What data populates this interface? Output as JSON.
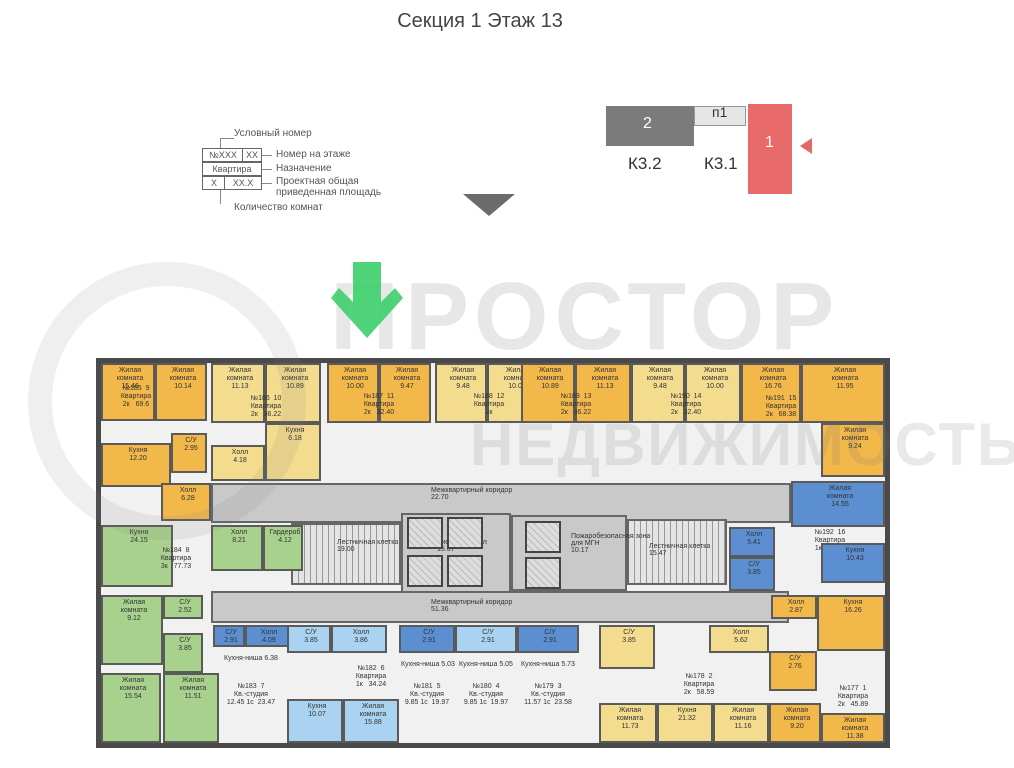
{
  "title": "Секция 1 Этаж 13",
  "legend": {
    "conditional_number": "Условный номер",
    "num_box": "№XXX",
    "floor_box": "XX",
    "floor_number": "Номер на этаже",
    "purpose_box": "Квартира",
    "purpose": "Назначение",
    "rooms_box": "X",
    "area_box": "XX.X",
    "area_line1": "Проектная общая",
    "area_line2": "приведенная площадь",
    "room_count": "Количество комнат"
  },
  "key": {
    "block2": "2",
    "p1": "п1",
    "block1": "1",
    "k32": "К3.2",
    "k31": "К3.1"
  },
  "watermark": {
    "title": "ПРОСТОР",
    "subtitle": "НЕДВИЖИМОСТЬ"
  },
  "colors": {
    "orange": "#f3b84a",
    "yellow": "#f4dc8e",
    "green": "#a9d18e",
    "blue": "#5b8fd1",
    "lightblue": "#a9d3f0",
    "corridor": "#c9c9c9",
    "accent_red": "#e86a6a",
    "entry_green": "#3ccf6c"
  },
  "corridors": {
    "north": "Межквартирный коридор\n22.70",
    "lobby": "Лифтовой холл\n15.67",
    "south": "Межквартирный коридор\n51.36",
    "stair_left": "Лестничная клетка\n19.00",
    "stair_right": "Лестничная клетка\n15.47",
    "safe_zone": "Пожаробезопасная зона\nдля МГН\n10.17"
  },
  "rooms": [
    {
      "id": "r1",
      "color": "orange",
      "text": "Жилая\nкомната\n15.46"
    },
    {
      "id": "r2",
      "color": "orange",
      "text": "Жилая\nкомната\n10.14"
    },
    {
      "id": "r3",
      "color": "orange",
      "text": "№185  9\nКвартира\n2к   69.6"
    },
    {
      "id": "r4",
      "color": "orange",
      "text": "Кухня\n12.20"
    },
    {
      "id": "r5",
      "color": "orange",
      "text": "Холл\n6.28"
    },
    {
      "id": "r6",
      "color": "orange",
      "text": "С/У\n2.95"
    },
    {
      "id": "r7",
      "color": "yellow",
      "text": "Жилая\nкомната\n11.13"
    },
    {
      "id": "r8",
      "color": "yellow",
      "text": "Жилая\nкомната\n10.89"
    },
    {
      "id": "r9",
      "color": "yellow",
      "text": "№186  10\nКвартира\n2к   36.22"
    },
    {
      "id": "r10",
      "color": "yellow",
      "text": "Кухня\n6.18"
    },
    {
      "id": "r11",
      "color": "yellow",
      "text": "Холл\n4.18"
    },
    {
      "id": "r12",
      "color": "orange",
      "text": "Жилая\nкомната\n10.00"
    },
    {
      "id": "r13",
      "color": "orange",
      "text": "Жилая\nкомната\n9.47"
    },
    {
      "id": "r14",
      "color": "orange",
      "text": "№187  11\nКвартира\n2к   32.40"
    },
    {
      "id": "r15",
      "color": "yellow",
      "text": "Жилая\nкомната\n9.48"
    },
    {
      "id": "r16",
      "color": "yellow",
      "text": "Жилая\nкомната\n10.00"
    },
    {
      "id": "r17",
      "color": "yellow",
      "text": "№188  12\nКвартира\n2к"
    },
    {
      "id": "r18",
      "color": "orange",
      "text": "Жилая\nкомната\n10.89"
    },
    {
      "id": "r19",
      "color": "orange",
      "text": "Жилая\nкомната\n11.13"
    },
    {
      "id": "r20",
      "color": "orange",
      "text": "№189  13\nКвартира\n2к   36.22"
    },
    {
      "id": "r21",
      "color": "yellow",
      "text": "Жилая\nкомната\n9.48"
    },
    {
      "id": "r22",
      "color": "yellow",
      "text": "Жилая\nкомната\n10.00"
    },
    {
      "id": "r23",
      "color": "yellow",
      "text": "№190  14\nКвартира\n2к   32.40"
    },
    {
      "id": "r24",
      "color": "orange",
      "text": "Жилая\nкомната\n16.76"
    },
    {
      "id": "r25",
      "color": "orange",
      "text": "Жилая\nкомната\n11.95"
    },
    {
      "id": "r26",
      "color": "orange",
      "text": "№191  15\nКвартира\n2к   68.38"
    },
    {
      "id": "r27",
      "color": "orange",
      "text": "Жилая\nкомната\n9.24"
    },
    {
      "id": "r28",
      "color": "blue",
      "text": "Жилая\nкомната\n14.55"
    },
    {
      "id": "r29",
      "color": "blue",
      "text": "Холл\n5.41"
    },
    {
      "id": "r30",
      "color": "blue",
      "text": "№192  16\nКвартира\n1к   42.24"
    },
    {
      "id": "r31",
      "color": "blue",
      "text": "Кухня\n10.43"
    },
    {
      "id": "r32",
      "color": "blue",
      "text": "С/У\n3.85"
    },
    {
      "id": "r33",
      "color": "green",
      "text": "Кухня\n24.15"
    },
    {
      "id": "r34",
      "color": "green",
      "text": "№184  8\nКвартира\n3к   77.73"
    },
    {
      "id": "r35",
      "color": "green",
      "text": "Холл\n8.21"
    },
    {
      "id": "r36",
      "color": "green",
      "text": "Гардероб\n4.12"
    },
    {
      "id": "r37",
      "color": "green",
      "text": "Жилая\nкомната\n9.12"
    },
    {
      "id": "r38",
      "color": "green",
      "text": "С/У\n2.52"
    },
    {
      "id": "r39",
      "color": "green",
      "text": "С/У\n3.85"
    },
    {
      "id": "r40",
      "color": "green",
      "text": "Жилая\nкомната\n15.54"
    },
    {
      "id": "r41",
      "color": "green",
      "text": "Жилая\nкомната\n11.51"
    },
    {
      "id": "r42",
      "color": "blue",
      "text": "С/У\n2.91"
    },
    {
      "id": "r43",
      "color": "blue",
      "text": "Холл\n4.09"
    },
    {
      "id": "r44",
      "color": "blue",
      "text": "Кухня-ниша 6.38"
    },
    {
      "id": "r45",
      "color": "blue",
      "text": "№183  7\nКв.-студия\n12.45 1с  23.47"
    },
    {
      "id": "r46",
      "color": "lightblue",
      "text": "С/У\n3.85"
    },
    {
      "id": "r47",
      "color": "lightblue",
      "text": "Холл\n3.86"
    },
    {
      "id": "r48",
      "color": "lightblue",
      "text": "№182  6\nКвартира\n1к   34.24"
    },
    {
      "id": "r49",
      "color": "lightblue",
      "text": "Кухня\n10.07"
    },
    {
      "id": "r50",
      "color": "lightblue",
      "text": "Жилая\nкомната\n15.88"
    },
    {
      "id": "r51",
      "color": "blue",
      "text": "С/У\n2.91"
    },
    {
      "id": "r52",
      "color": "blue",
      "text": "Кухня-ниша 5.03"
    },
    {
      "id": "r53",
      "color": "blue",
      "text": "№181  5\nКв.-студия\n9.85 1с  19.97"
    },
    {
      "id": "r54",
      "color": "lightblue",
      "text": "С/У\n2.91"
    },
    {
      "id": "r55",
      "color": "lightblue",
      "text": "Кухня-ниша 5.05"
    },
    {
      "id": "r56",
      "color": "lightblue",
      "text": "№180  4\nКв.-студия\n9.85 1с  19.97"
    },
    {
      "id": "r57",
      "color": "blue",
      "text": "С/У\n2.91"
    },
    {
      "id": "r58",
      "color": "blue",
      "text": "Кухня-ниша 5.73"
    },
    {
      "id": "r59",
      "color": "blue",
      "text": "№179  3\nКв.-студия\n11.57 1с  23.58"
    },
    {
      "id": "r60",
      "color": "yellow",
      "text": "С/У\n3.85"
    },
    {
      "id": "r61",
      "color": "yellow",
      "text": "№178  2\nКвартира\n2к   58.59"
    },
    {
      "id": "r62",
      "color": "yellow",
      "text": "Холл\n5.62"
    },
    {
      "id": "r63",
      "color": "yellow",
      "text": "Жилая\nкомната\n11.73"
    },
    {
      "id": "r64",
      "color": "yellow",
      "text": "Кухня\n21.32"
    },
    {
      "id": "r65",
      "color": "yellow",
      "text": "Жилая\nкомната\n11.16"
    },
    {
      "id": "r66",
      "color": "orange",
      "text": "Холл\n2.87"
    },
    {
      "id": "r67",
      "color": "orange",
      "text": "Кухня\n16.26"
    },
    {
      "id": "r68",
      "color": "orange",
      "text": "С/У\n2.76"
    },
    {
      "id": "r69",
      "color": "orange",
      "text": "№177  1\nКвартира\n2к   45.89"
    },
    {
      "id": "r70",
      "color": "orange",
      "text": "Жилая\nкомната\n9.20"
    },
    {
      "id": "r71",
      "color": "orange",
      "text": "Жилая\nкомната\n11.38"
    }
  ]
}
